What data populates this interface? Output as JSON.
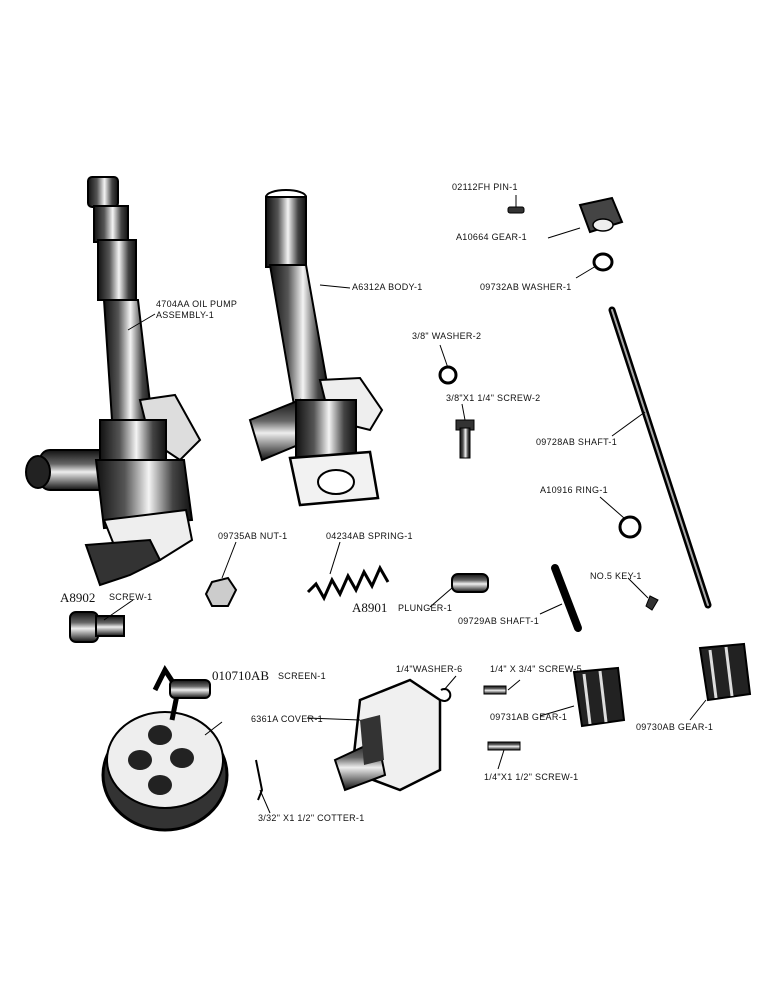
{
  "parts": {
    "oil_pump_assembly_l1": "4704AA OIL PUMP",
    "oil_pump_assembly_l2": "ASSEMBLY-1",
    "body": "A6312A BODY-1",
    "pin": "02112FH PIN-1",
    "gear_top": "A10664 GEAR-1",
    "washer_top": "09732AB WASHER-1",
    "washer_38": "3/8\" WASHER-2",
    "screw_38": "3/8\"X1 1/4\" SCREW-2",
    "shaft_long": "09728AB SHAFT-1",
    "ring": "A10916 RING-1",
    "nut": "09735AB NUT-1",
    "spring": "04234AB SPRING-1",
    "screw_a8902_num": "A8902",
    "screw_a8902_txt": "SCREW-1",
    "plunger_num": "A8901",
    "plunger_txt": "PLUNGER-1",
    "shaft_short": "09729AB SHAFT-1",
    "key": "NO.5 KEY-1",
    "screen_num": "010710AB",
    "screen_txt": "SCREEN-1",
    "washer_14": "1/4\"WASHER-6",
    "screw_14_34": "1/4\" X 3/4\" SCREW-5",
    "cover": "6361A COVER-1",
    "gear_09731": "09731AB GEAR-1",
    "gear_09730": "09730AB GEAR-1",
    "screw_14_112": "1/4\"X1 1/2\" SCREW-1",
    "cotter": "3/32\" X1 1/2\" COTTER-1"
  }
}
